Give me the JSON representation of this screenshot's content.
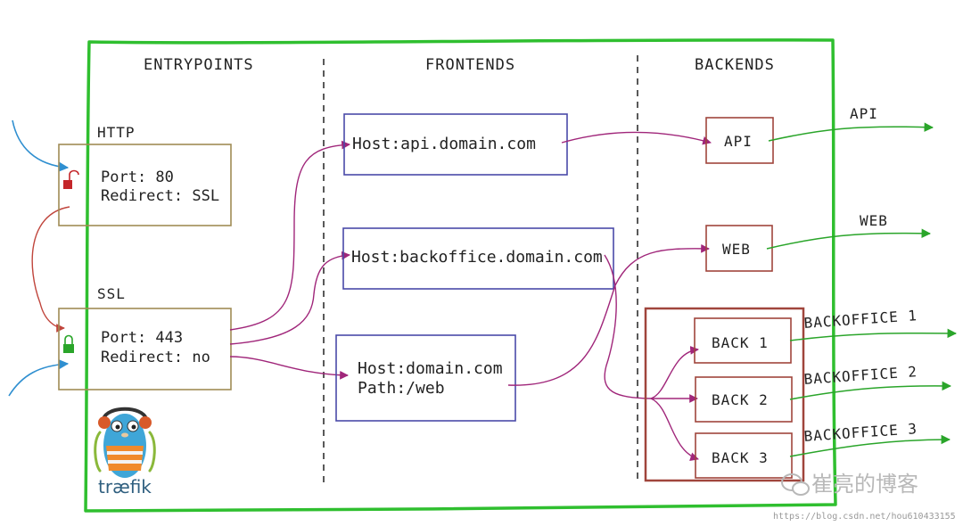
{
  "columns": {
    "entrypoints": "ENTRYPOINTS",
    "frontends": "FRONTENDS",
    "backends": "BACKENDS"
  },
  "entrypoints": {
    "http": {
      "title": "HTTP",
      "port": "Port: 80",
      "redirect": "Redirect: SSL"
    },
    "ssl": {
      "title": "SSL",
      "port": "Port: 443",
      "redirect": "Redirect: no"
    }
  },
  "frontends": {
    "api": "Host:api.domain.com",
    "backoffice": "Host:backoffice.domain.com",
    "web_host": "Host:domain.com",
    "web_path": "Path:/web"
  },
  "backends": {
    "api": "API",
    "web": "WEB",
    "back1": "BACK 1",
    "back2": "BACK 2",
    "back3": "BACK 3"
  },
  "outputs": {
    "api": "API",
    "web": "WEB",
    "backoffice1": "BACKOFFICE 1",
    "backoffice2": "BACKOFFICE 2",
    "backoffice3": "BACKOFFICE 3"
  },
  "logo": {
    "text": "træfik"
  },
  "watermark": {
    "text": "崔亮的博客",
    "url": "https://blog.csdn.net/hou610433155"
  },
  "colors": {
    "frame": "#2fbf2f",
    "entry_box": "#a08c55",
    "frontend_box": "#4a4aa8",
    "backend_box": "#a0453c",
    "route_arrow": "#a0267a",
    "output_arrow": "#2aa52a",
    "incoming_arrow": "#2f8fd0",
    "redirect_arrow": "#c0453c"
  },
  "icons": {
    "http_lock": "unlocked-padlock-icon",
    "ssl_lock": "locked-padlock-icon",
    "mascot": "gopher-mascot-icon"
  }
}
